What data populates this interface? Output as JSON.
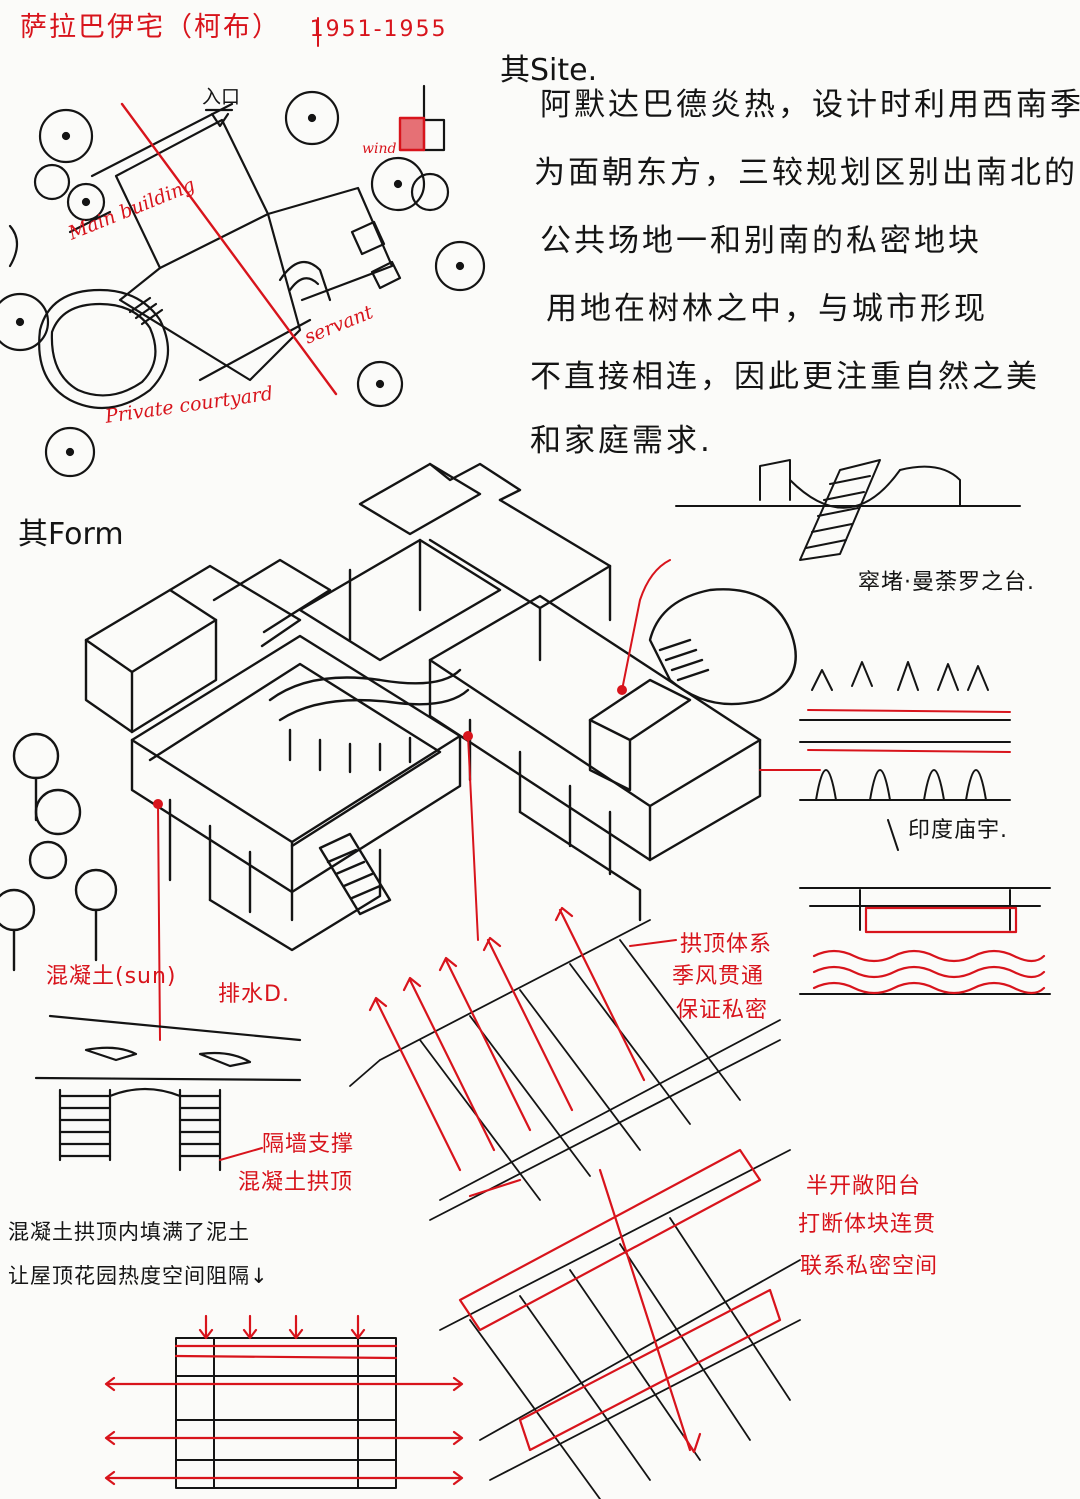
{
  "title": "萨拉巴伊宅（柯布）",
  "years": "1951-1955",
  "site": {
    "heading": "其Site.",
    "lines": [
      "阿默达巴德炎热，设计时利用西南季风",
      "为面朝东方，三较规划区别出南北的",
      "公共场地一和别南的私密地块",
      "用地在树林之中，与城市形现",
      "不直接相连，因此更注重自然之美",
      "和家庭需求."
    ],
    "plan_labels": {
      "entrance": "入口",
      "wind": "wind",
      "main_building": "Main building",
      "servant": "servant",
      "private_courtyard": "Private courtyard"
    }
  },
  "form": {
    "heading": "其Form"
  },
  "annotations": {
    "stupa": "窣堵·曼荼罗之台.",
    "indian_temple": "印度庙宇.",
    "roof_system_1": "拱顶体系",
    "roof_system_2": "季风贯通",
    "roof_system_3": "保证私密",
    "concrete_sun": "混凝土(sun)",
    "drainage": "排水D.",
    "wall_support_1": "隔墙支撑",
    "wall_support_2": "混凝土拱顶",
    "semi_open_1": "半开敞阳台",
    "semi_open_2": "打断体块连贯",
    "semi_open_3": "联系私密空间",
    "roof_garden_1": "混凝土拱顶内填满了泥土",
    "roof_garden_2": "让屋顶花园热度空间阻隔↓"
  },
  "colors": {
    "ink": "#141414",
    "accent": "#d8141c",
    "paper": "#fbfbf9"
  }
}
